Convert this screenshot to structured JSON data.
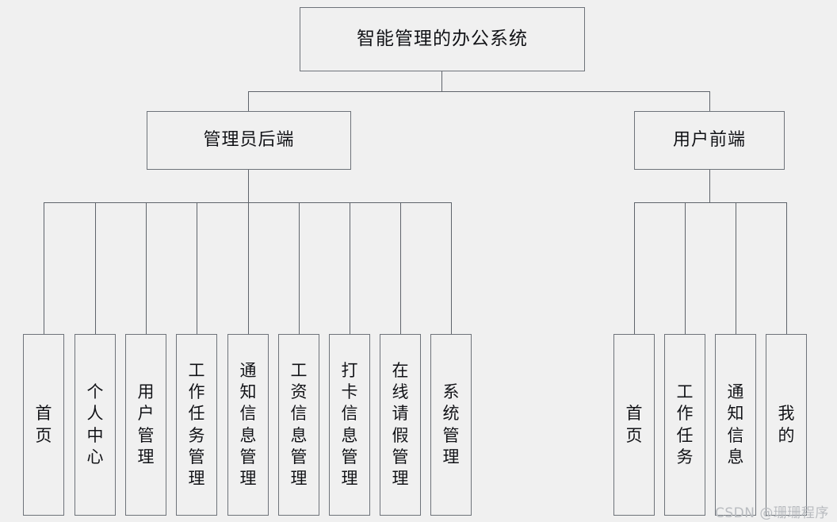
{
  "diagram": {
    "title": "智能管理的办公系统",
    "type": "hierarchy-tree",
    "background_color": "#f0f0f0",
    "border_color": "#6e737a",
    "line_color": "#5f646b",
    "text_color": "#111216"
  },
  "root": {
    "label": "智能管理的办公系统"
  },
  "branches": [
    {
      "id": "admin",
      "label": "管理员后端",
      "leaves": [
        {
          "label": "首页"
        },
        {
          "label": "个人中心"
        },
        {
          "label": "用户管理"
        },
        {
          "label": "工作任务管理"
        },
        {
          "label": "通知信息管理"
        },
        {
          "label": "工资信息管理"
        },
        {
          "label": "打卡信息管理"
        },
        {
          "label": "在线请假管理"
        },
        {
          "label": "系统管理"
        }
      ]
    },
    {
      "id": "user",
      "label": "用户前端",
      "leaves": [
        {
          "label": "首页"
        },
        {
          "label": "工作任务"
        },
        {
          "label": "通知信息"
        },
        {
          "label": "我的"
        }
      ]
    }
  ],
  "watermark": {
    "text": "CSDN @珊珊程序"
  }
}
